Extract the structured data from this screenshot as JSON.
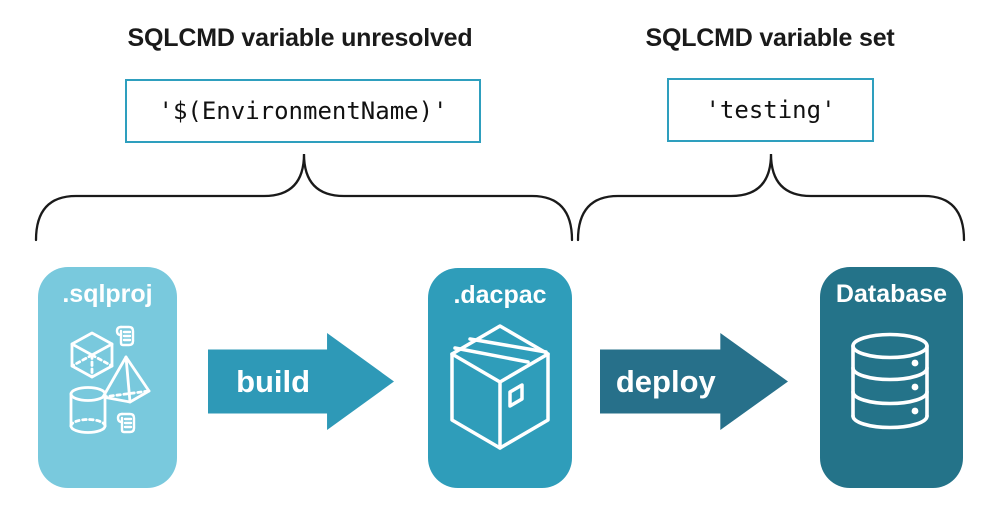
{
  "diagram": {
    "left_annotation": {
      "heading": "SQLCMD variable unresolved",
      "code": "'$(EnvironmentName)'"
    },
    "right_annotation": {
      "heading": "SQLCMD variable set",
      "code": "'testing'"
    },
    "nodes": [
      {
        "label": ".sqlproj",
        "icon": "sql-objects-icon",
        "color": "#79C9DD"
      },
      {
        "label": ".dacpac",
        "icon": "package-icon",
        "color": "#2F9DBA"
      },
      {
        "label": "Database",
        "icon": "database-icon",
        "color": "#247389"
      }
    ],
    "arrows": [
      {
        "label": "build",
        "color": "#2E99B7"
      },
      {
        "label": "deploy",
        "color": "#27708A"
      }
    ],
    "code_box_border_color": "#2E9FBE",
    "brace_color": "#1A1A1A",
    "background": "#FFFFFF"
  }
}
